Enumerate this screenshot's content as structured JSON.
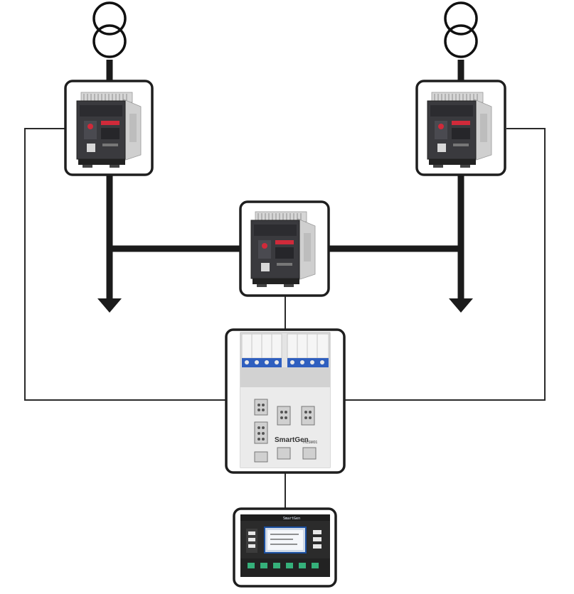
{
  "diagram": {
    "colors": {
      "bus": "#1b1b1b",
      "thin_line": "#2a2a2a",
      "box_border": "#1e1e1e",
      "breaker_body": "#3a3a3e",
      "breaker_frame": "#c9c9c9",
      "breaker_red": "#d02a3a",
      "module_blue": "#2f5fbf",
      "module_body": "#dcdcdc",
      "controller_body": "#2b2b2b",
      "controller_screen": "#1a4fa0",
      "controller_button": "#35b07a"
    },
    "icons": {
      "transformer": "transformer-icon",
      "breaker": "air-circuit-breaker-icon",
      "arrow": "arrow-down-icon",
      "module": "ats-module-icon",
      "controller": "controller-icon"
    },
    "module": {
      "brand": "SmartGen",
      "model": "HCSM01"
    },
    "controller": {
      "brand": "SmartGen"
    }
  }
}
